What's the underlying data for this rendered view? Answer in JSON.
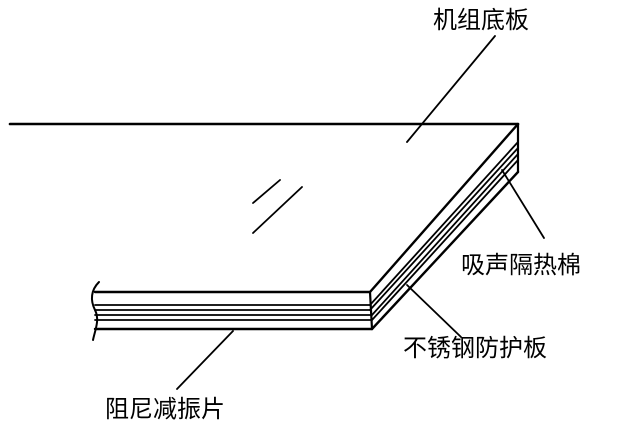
{
  "labels": {
    "base_plate": "机组底板",
    "insulation_cotton": "吸声隔热棉",
    "stainless_plate": "不锈钢防护板",
    "damping_sheet": "阻尼减振片"
  },
  "colors": {
    "stroke": "#000000",
    "background": "#ffffff"
  }
}
